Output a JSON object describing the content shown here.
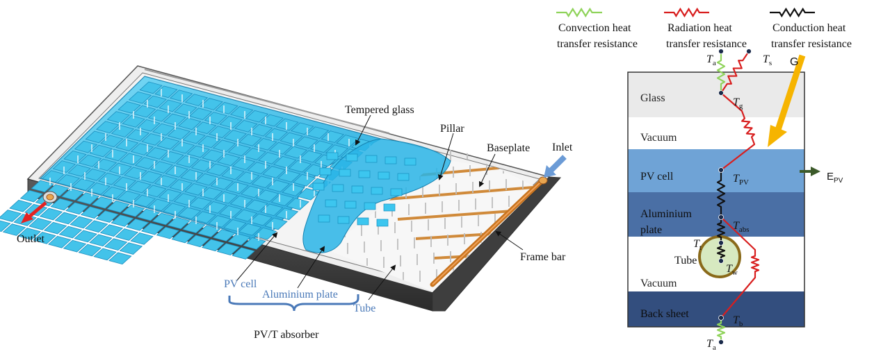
{
  "colors": {
    "convection": "#8fd35a",
    "radiation": "#d81e1e",
    "conduction": "#111111",
    "glass_layer": "#eaeaea",
    "vacuum_layer": "#ffffff",
    "pv_layer": "#6fa3d6",
    "plate_layer": "#4a6fa5",
    "back_layer": "#334e7e",
    "sun_arrow": "#f6b400",
    "epv_arrow": "#3c5a2a",
    "callout_blue": "#4a79b8",
    "panel_blue": "#3dbbe8"
  },
  "left": {
    "labels": {
      "tempered_glass": "Tempered glass",
      "pillar": "Pillar",
      "baseplate": "Baseplate",
      "inlet": "Inlet",
      "outlet": "Outlet",
      "frame_bar": "Frame bar",
      "pv_cell": "PV cell",
      "aluminium_plate": "Aluminium plate",
      "tube": "Tube",
      "pvt_absorber": "PV/T absorber"
    }
  },
  "right": {
    "legend": [
      {
        "line1": "Convection heat",
        "line2": "transfer resistance",
        "kind": "convection"
      },
      {
        "line1": "Radiation heat",
        "line2": "transfer resistance",
        "kind": "radiation"
      },
      {
        "line1": "Conduction heat",
        "line2": "transfer resistance",
        "kind": "conduction"
      }
    ],
    "layers": {
      "glass": "Glass",
      "vacuum_top": "Vacuum",
      "pv_cell": "PV cell",
      "plate_line1": "Aluminium",
      "plate_line2": "plate",
      "vacuum_bottom": "Vacuum",
      "back_sheet": "Back sheet"
    },
    "tube_label": "Tube",
    "irradiance": "G",
    "epv": {
      "base": "E",
      "sub": "PV"
    },
    "nodes": {
      "ta_top": {
        "sym": "T",
        "sub": "a"
      },
      "ts": {
        "sym": "T",
        "sub": "s"
      },
      "tg": {
        "sym": "T",
        "sub": "g"
      },
      "tpv": {
        "sym": "T",
        "sub": "PV"
      },
      "tabs": {
        "sym": "T",
        "sub": "abs"
      },
      "tt": {
        "sym": "T",
        "sub": "t"
      },
      "tw": {
        "sym": "T",
        "sub": "w"
      },
      "tb": {
        "sym": "T",
        "sub": "b"
      },
      "ta_bottom": {
        "sym": "T",
        "sub": "a"
      }
    }
  }
}
